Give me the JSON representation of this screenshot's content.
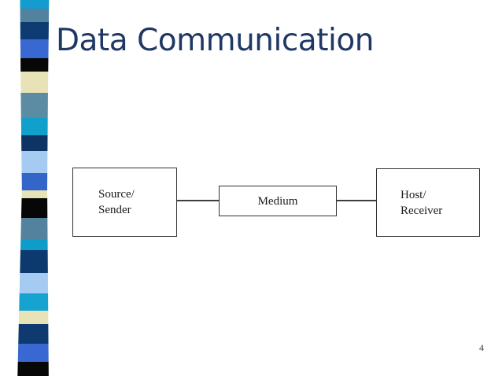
{
  "slide": {
    "title": "Data Communication",
    "title_color": "#1F3864",
    "background_color": "#FFFFFF",
    "page_number": "4",
    "page_number_color": "#3C3C3C"
  },
  "diagram": {
    "box_border_color": "#333333",
    "box_fill_color": "#FFFFFF",
    "text_color": "#1A1A1A",
    "connector_color": "#3D3D3D",
    "nodes": [
      {
        "id": "source",
        "label": "Source/\nSender"
      },
      {
        "id": "medium",
        "label": "Medium"
      },
      {
        "id": "host",
        "label": "Host/\nReceiver"
      }
    ],
    "connections": [
      {
        "from": "source",
        "to": "medium"
      },
      {
        "from": "medium",
        "to": "host"
      }
    ]
  },
  "ribbon": {
    "segments": [
      {
        "color": "#149CD1",
        "h": 11
      },
      {
        "color": "#53829F",
        "h": 17
      },
      {
        "color": "#0F3B73",
        "h": 22
      },
      {
        "color": "#3A68D2",
        "h": 24
      },
      {
        "color": "#070707",
        "h": 17
      },
      {
        "color": "#E7E3B7",
        "h": 27
      },
      {
        "color": "#5B8CA4",
        "h": 32
      },
      {
        "color": "#119FCC",
        "h": 22
      },
      {
        "color": "#0E3464",
        "h": 20
      },
      {
        "color": "#A5CBF2",
        "h": 28
      },
      {
        "color": "#3465C8",
        "h": 22
      },
      {
        "color": "#E7E3B7",
        "h": 10
      },
      {
        "color": "#070707",
        "h": 25
      },
      {
        "color": "#53829F",
        "h": 27
      },
      {
        "color": "#0E9CC9",
        "h": 14
      },
      {
        "color": "#0C3A6E",
        "h": 29
      },
      {
        "color": "#A5CBF2",
        "h": 26
      },
      {
        "color": "#17A3CF",
        "h": 22
      },
      {
        "color": "#E7E3B7",
        "h": 17
      },
      {
        "color": "#0E3A70",
        "h": 25
      },
      {
        "color": "#3A68D2",
        "h": 23
      },
      {
        "color": "#070707",
        "h": 18
      }
    ]
  }
}
